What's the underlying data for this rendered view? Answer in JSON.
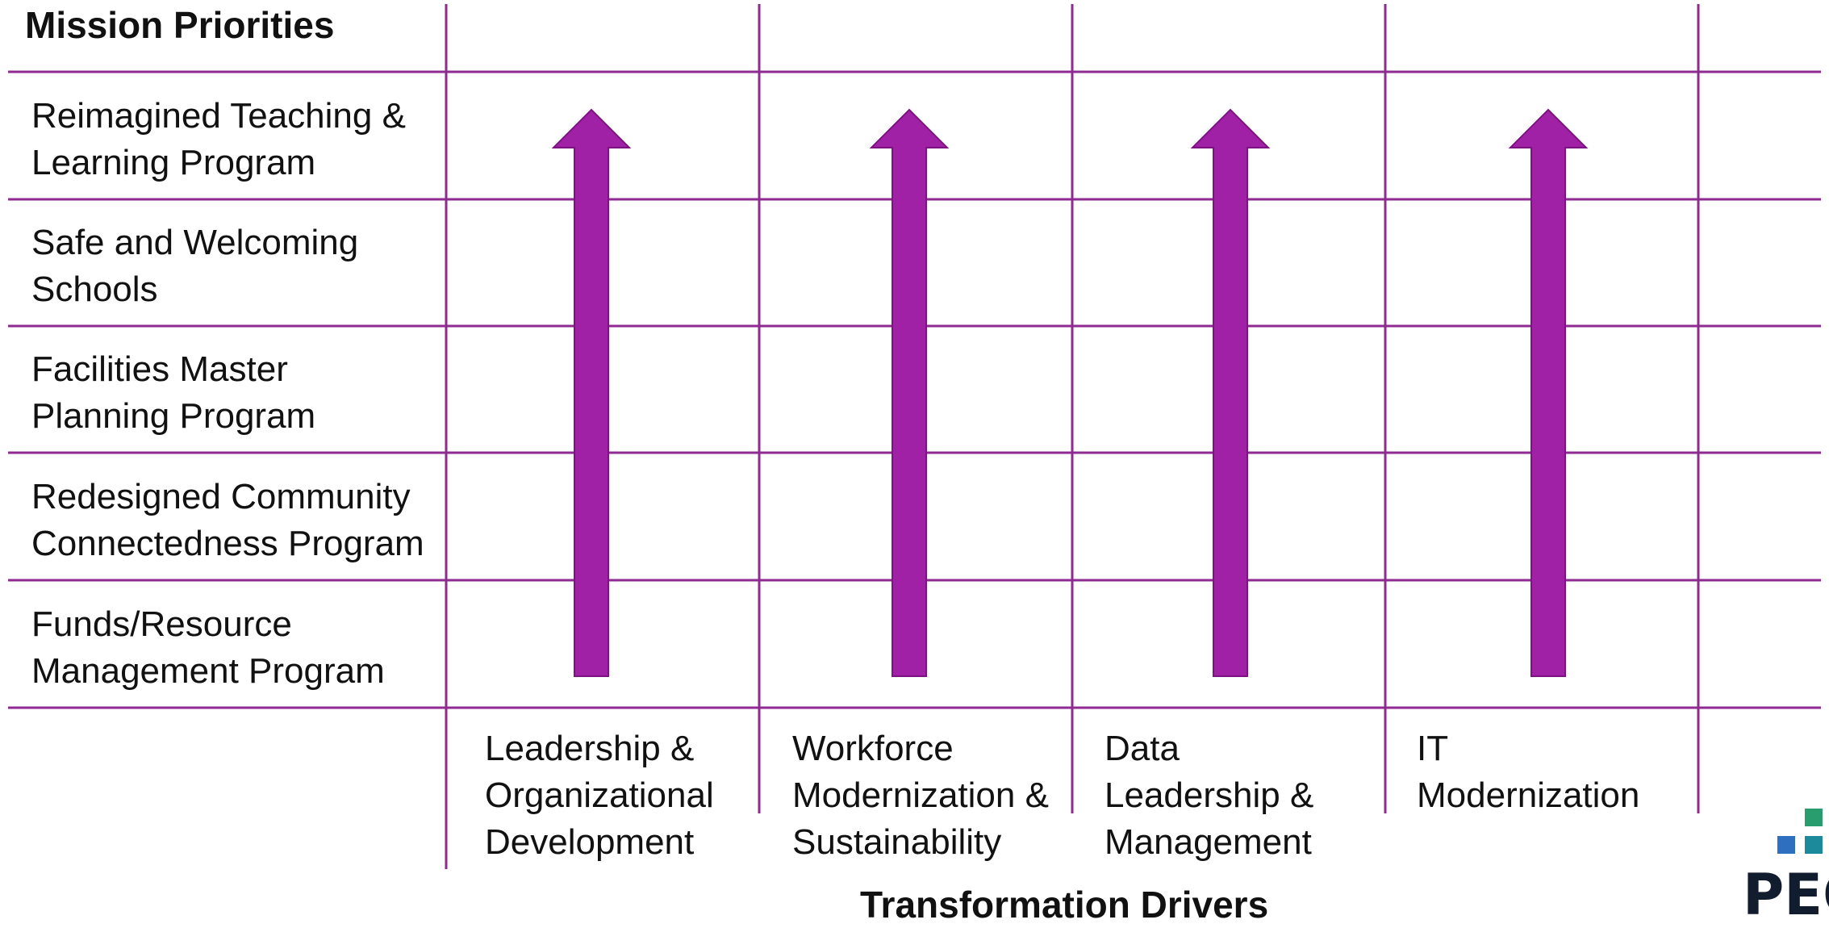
{
  "header": {
    "title": "Mission Priorities"
  },
  "rows": [
    {
      "line1": "Reimagined Teaching &",
      "line2": "Learning Program"
    },
    {
      "line1": "Safe and Welcoming",
      "line2": "Schools"
    },
    {
      "line1": "Facilities Master",
      "line2": "Planning Program"
    },
    {
      "line1": "Redesigned Community",
      "line2": "Connectedness Program"
    },
    {
      "line1": "Funds/Resource",
      "line2": "Management Program"
    }
  ],
  "drivers": [
    {
      "line1": "Leadership &",
      "line2": "Organizational",
      "line3": "Development"
    },
    {
      "line1": "Workforce",
      "line2": "Modernization &",
      "line3": "Sustainability"
    },
    {
      "line1": "Data",
      "line2": "Leadership &",
      "line3": "Management"
    },
    {
      "line1": "IT",
      "line2": "Modernization",
      "line3": ""
    }
  ],
  "footer": {
    "title": "Transformation Drivers"
  },
  "logo": {
    "text": "PEO",
    "colors": [
      "#2a9d6f",
      "#2f6fbf",
      "#1c8a9a"
    ]
  },
  "colors": {
    "accent": "#a121a6",
    "arrow_outline": "#7b1480",
    "line": "#8e2a92"
  }
}
